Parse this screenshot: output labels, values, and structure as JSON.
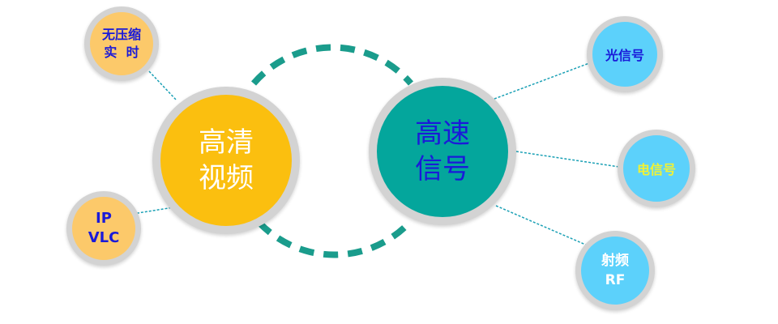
{
  "diagram": {
    "center_left": {
      "line1": "高清",
      "line2": "视频",
      "color": "#fbbf0f"
    },
    "center_right": {
      "line1": "高速",
      "line2": "信号",
      "color": "#04a69c"
    },
    "left_nodes": [
      {
        "line1": "无压缩",
        "line2": "实  时",
        "color": "#fcc96a"
      },
      {
        "line1": "IP",
        "line2": "VLC",
        "color": "#fcc96a"
      }
    ],
    "right_nodes": [
      {
        "label": "光信号",
        "color": "#5cd1fb"
      },
      {
        "label": "电信号",
        "color": "#5cd1fb"
      },
      {
        "line1": "射频",
        "line2": "RF",
        "color": "#5cd1fb"
      }
    ],
    "connector_color": "#1a9c8c",
    "link_color": "#1aa0b5"
  }
}
